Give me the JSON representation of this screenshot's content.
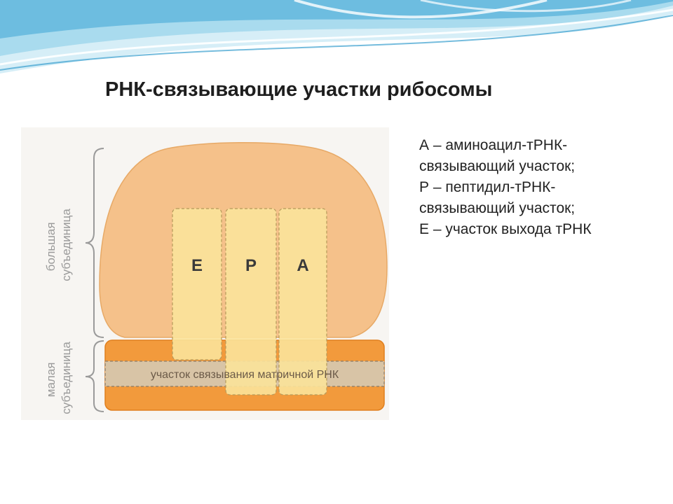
{
  "title": "РНК-связывающие участки рибосомы",
  "diagram": {
    "subunit_large_label": "большая субъединица",
    "subunit_large_lines": [
      "большая",
      "субъединица"
    ],
    "subunit_small_label": "малая субъединица",
    "subunit_small_lines": [
      "малая",
      "субъединица"
    ],
    "sites": [
      "E",
      "P",
      "A"
    ],
    "mrna_band_label": "участок связывания матричной РНК",
    "colors": {
      "large_subunit": "#f5c18a",
      "small_subunit": "#f29a3c",
      "site_fill": "#fbe39a",
      "mrna_band": "#d8c4a6",
      "brace": "#9a9a9a"
    }
  },
  "legend": [
    "А – аминоацил-тРНК-",
    "связывающий участок;",
    "Р – пептидил-тРНК-",
    "связывающий участок;",
    "Е – участок выхода тРНК"
  ],
  "header_colors": {
    "light": "#d6eef7",
    "mid": "#8fcfe8",
    "dark": "#3b9fcf"
  }
}
